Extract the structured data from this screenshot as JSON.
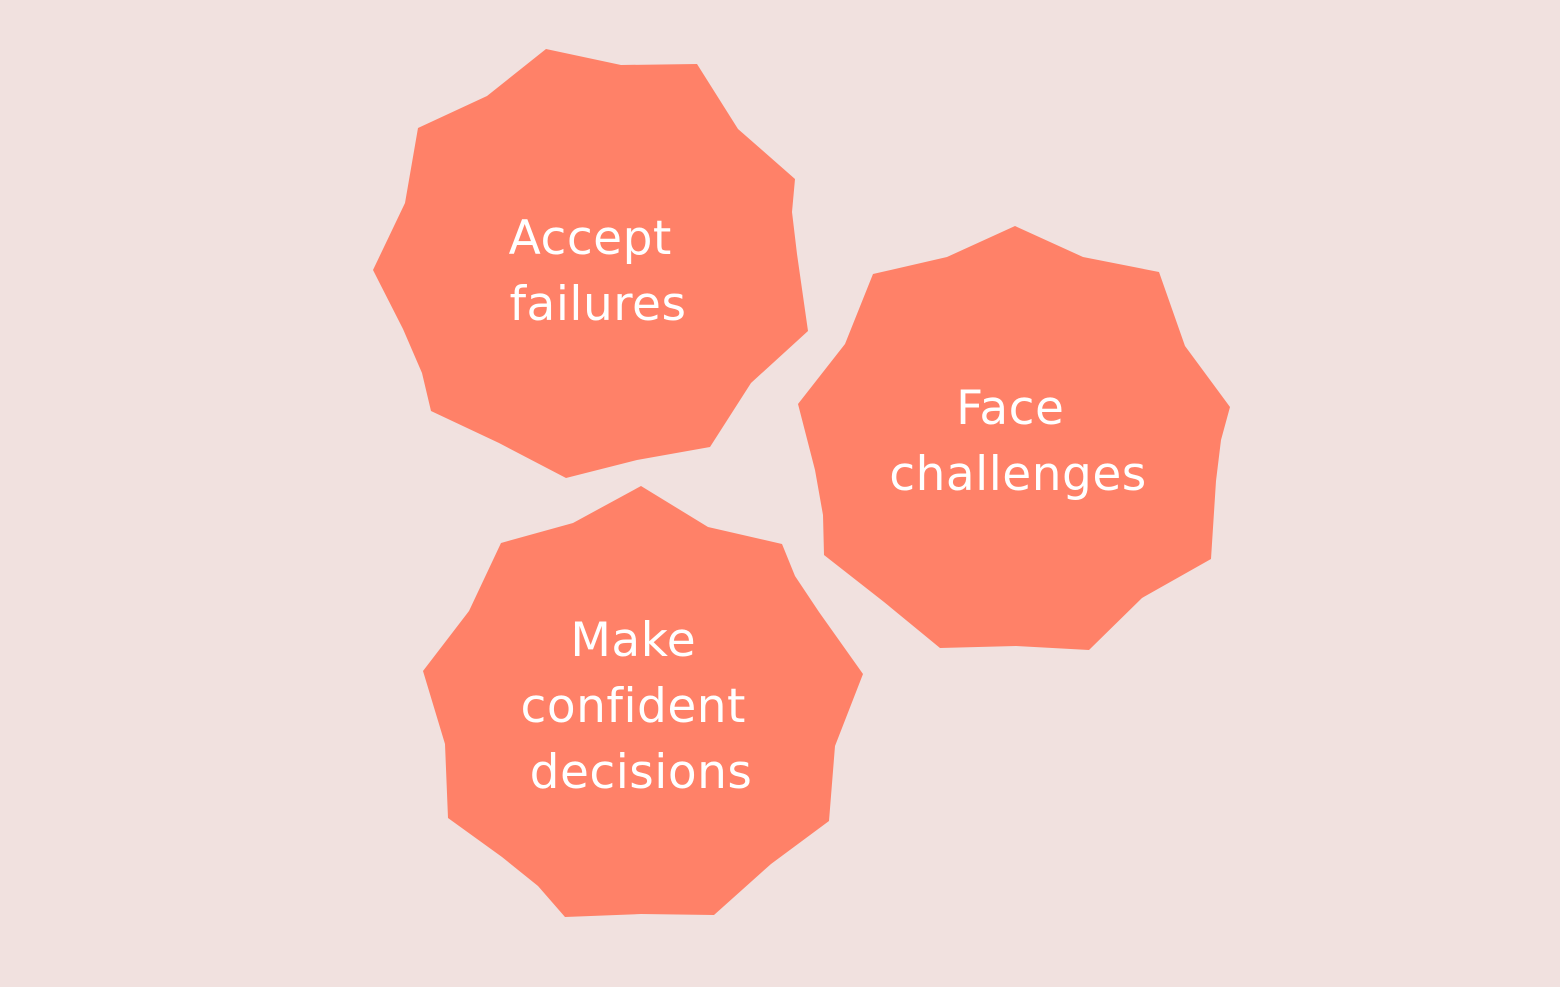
{
  "colors": {
    "background": "#F1E1DF",
    "shape_fill": "#FF8168",
    "text": "#FFFFFF"
  },
  "shapes": [
    {
      "id": "accept-failures",
      "label_lines": [
        "Accept",
        "failures"
      ]
    },
    {
      "id": "face-challenges",
      "label_lines": [
        "Face",
        "challenges"
      ]
    },
    {
      "id": "make-confident-decisions",
      "label_lines": [
        "Make",
        "confident",
        "decisions"
      ]
    }
  ]
}
